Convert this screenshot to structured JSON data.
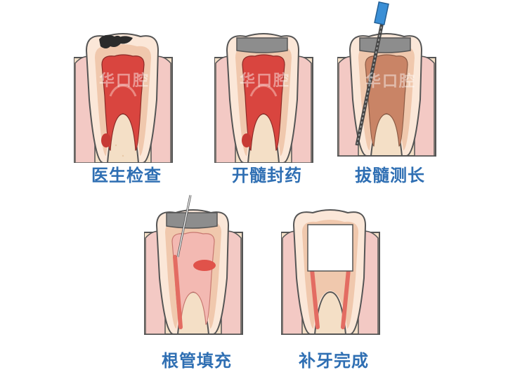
{
  "steps": [
    {
      "label": "医生检查"
    },
    {
      "label": "开髓封药"
    },
    {
      "label": "拔髓测长"
    },
    {
      "label": "根管填充"
    },
    {
      "label": "补牙完成"
    }
  ],
  "watermark": "华口腔",
  "colors": {
    "caption": "#2f6fb3",
    "gum": "#f3c9c4",
    "bone": "#f4dfc6",
    "enamel": "#fbe7d8",
    "dentin": "#f0c8ad",
    "pulp": "#d9453f",
    "filling": "#8d8d8d",
    "decay": "#2b2b2b"
  }
}
